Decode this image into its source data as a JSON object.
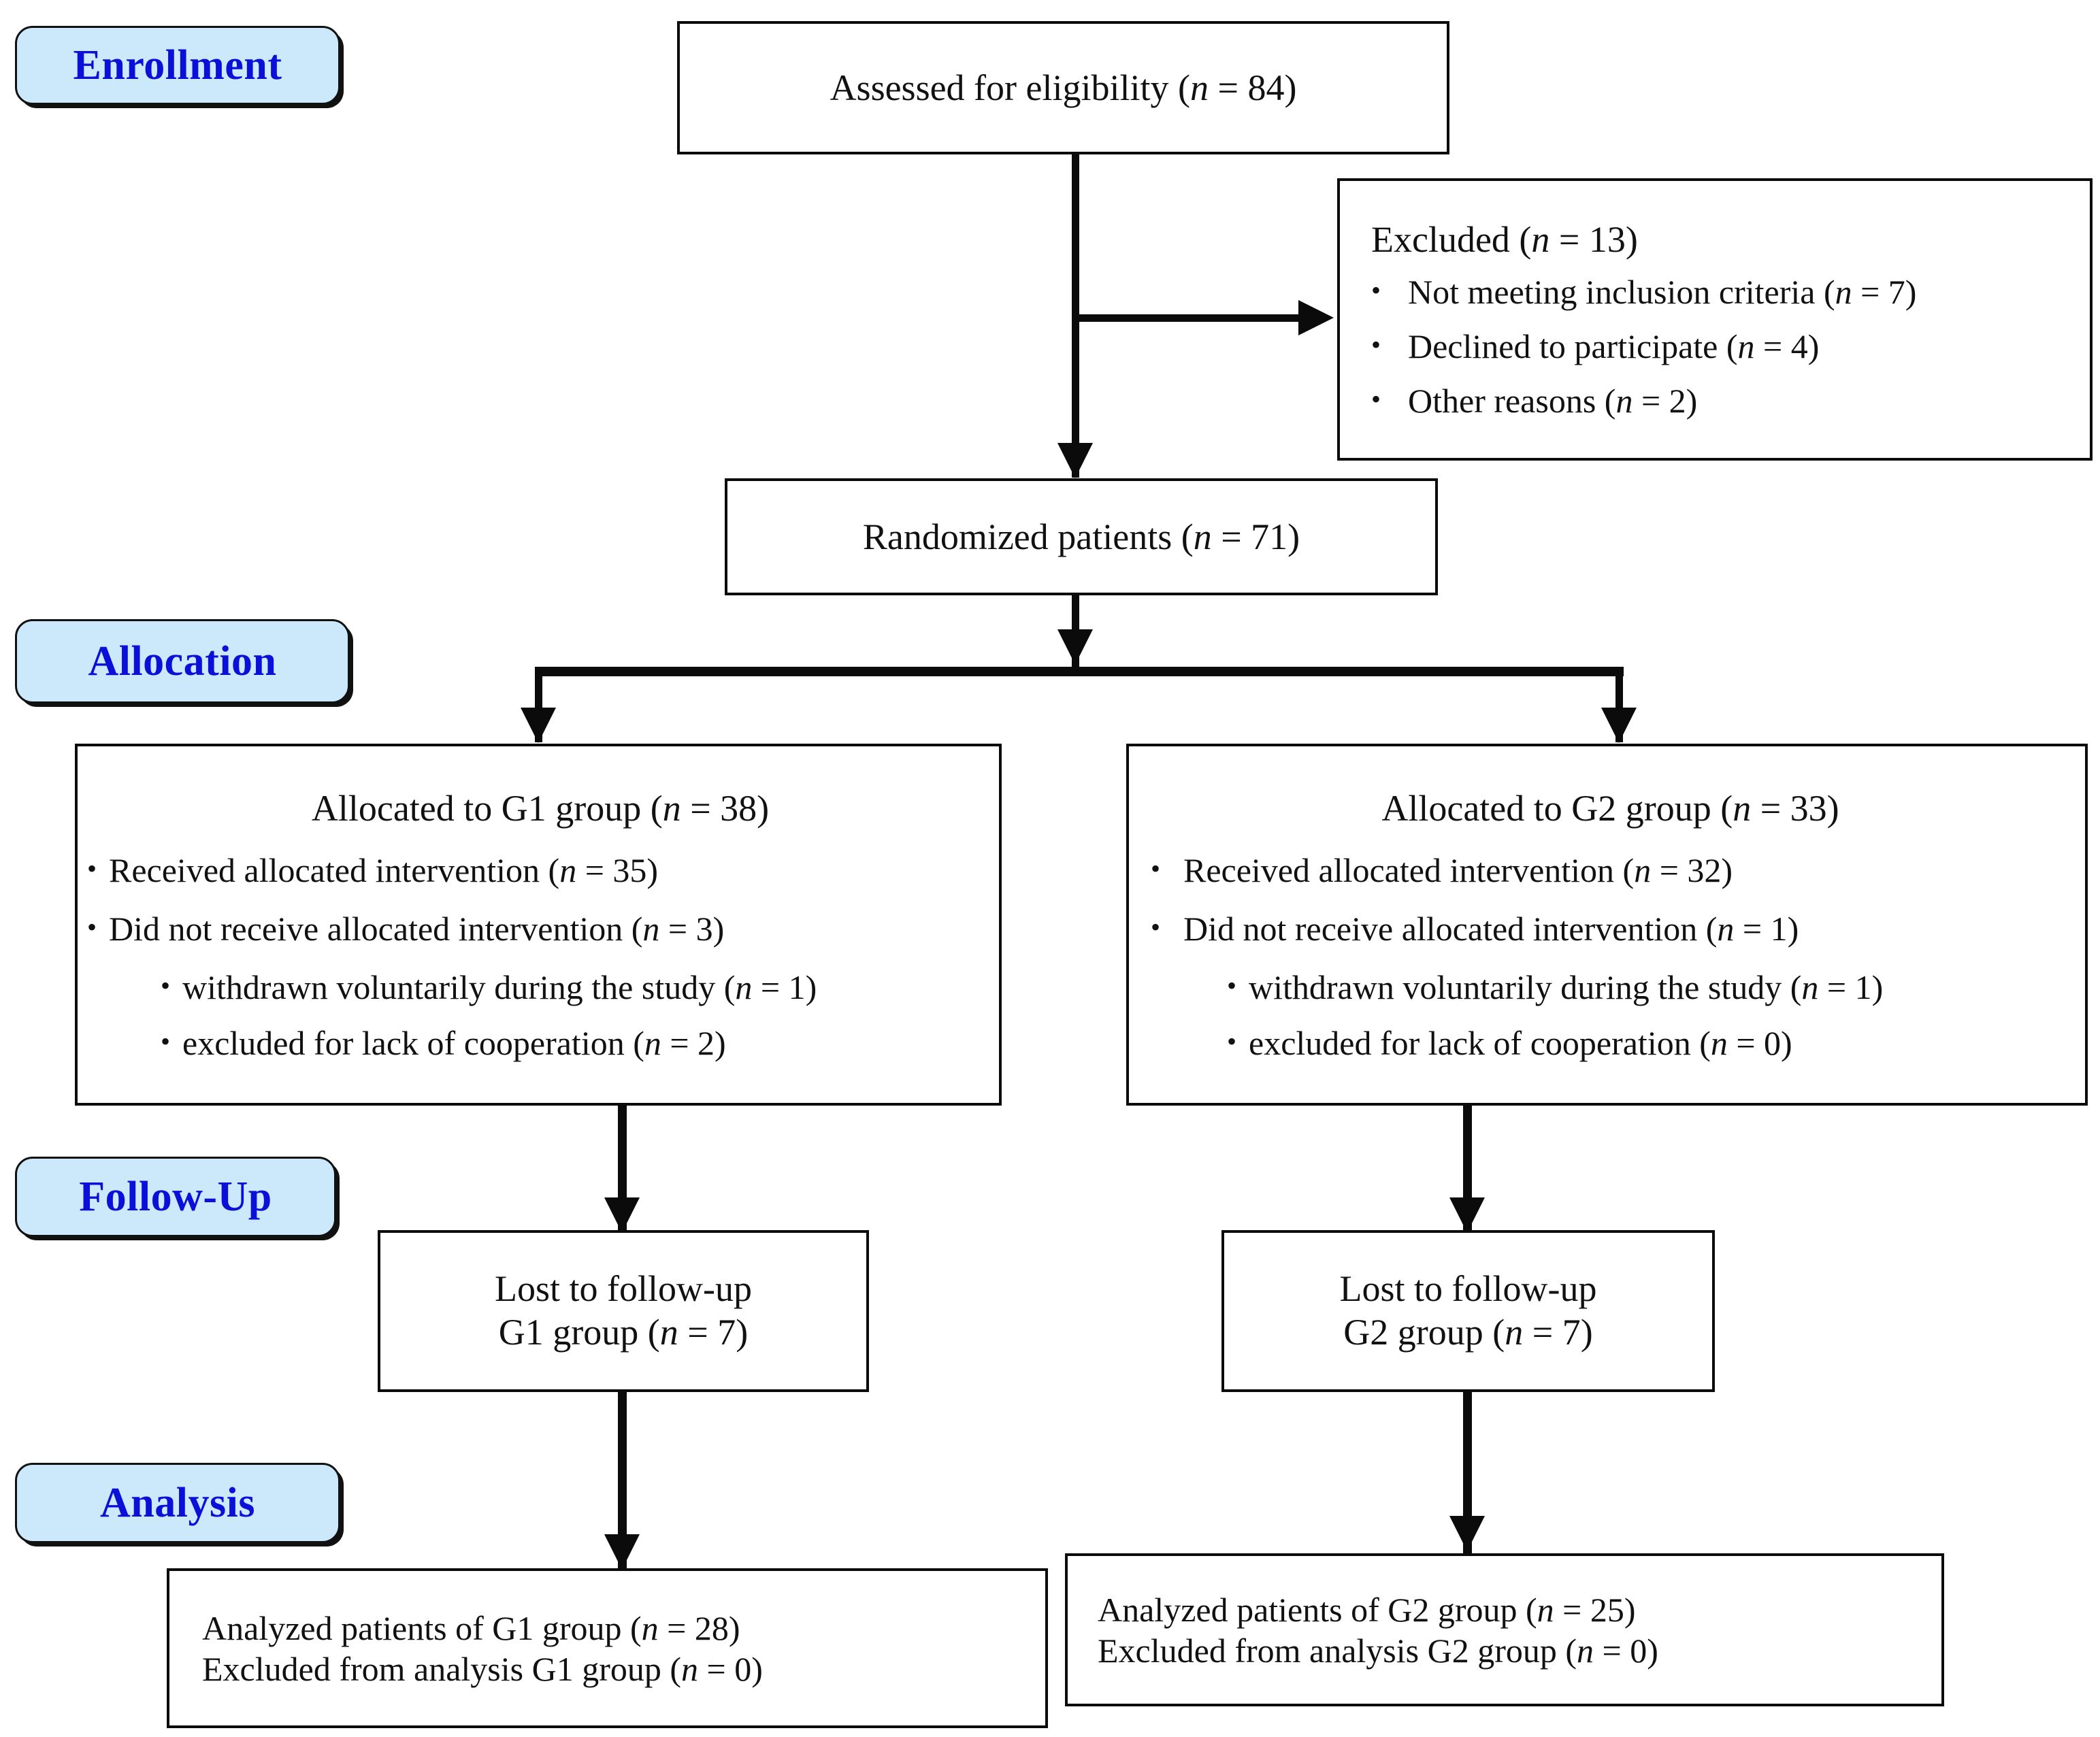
{
  "diagram": {
    "title": "CONSORT participant flow diagram",
    "colors": {
      "stage_label_fill": "#cce8fb",
      "stage_label_text": "#0a10d8",
      "box_border": "#0b0b0b",
      "box_fill": "#ffffff",
      "connector": "#0b0b0b"
    }
  },
  "stages": {
    "enrollment": "Enrollment",
    "allocation": "Allocation",
    "followup": "Follow-Up",
    "analysis": "Analysis"
  },
  "boxes": {
    "assessed": {
      "text_prefix": "Assessed for eligibility (",
      "n_symbol": "n",
      "text_suffix": " = 84)"
    },
    "excluded": {
      "heading_prefix": "Excluded (",
      "heading_suffix": " = 13)",
      "n_symbol": "n",
      "items": [
        {
          "prefix": "Not meeting inclusion criteria (",
          "suffix": " = 7)"
        },
        {
          "prefix": "Declined to participate (",
          "suffix": " = 4)"
        },
        {
          "prefix": "Other reasons (",
          "suffix": " = 2)"
        }
      ]
    },
    "randomized": {
      "text_prefix": "Randomized patients (",
      "n_symbol": "n",
      "text_suffix": " = 71)"
    },
    "allocated_g1": {
      "title_prefix": "Allocated to G1 group (",
      "title_suffix": " = 38)",
      "n_symbol": "n",
      "items": [
        {
          "prefix": "Received allocated intervention (",
          "suffix": " = 35)",
          "indent": 0
        },
        {
          "prefix": "Did not receive allocated intervention (",
          "suffix": " = 3)",
          "indent": 0
        },
        {
          "prefix": "withdrawn voluntarily during the study (",
          "suffix": " = 1)",
          "indent": 1
        },
        {
          "prefix": "excluded for lack of cooperation (",
          "suffix": " = 2)",
          "indent": 1
        }
      ]
    },
    "allocated_g2": {
      "title_prefix": "Allocated to G2 group (",
      "title_suffix": " = 33)",
      "n_symbol": "n",
      "items": [
        {
          "prefix": "Received allocated intervention (",
          "suffix": " = 32)",
          "indent": 0
        },
        {
          "prefix": "Did not receive allocated intervention (",
          "suffix": " = 1)",
          "indent": 0
        },
        {
          "prefix": "withdrawn voluntarily during the study (",
          "suffix": " = 1)",
          "indent": 1
        },
        {
          "prefix": "excluded for lack of cooperation (",
          "suffix": " = 0)",
          "indent": 1
        }
      ]
    },
    "lost_g1": {
      "line1": "Lost to follow-up",
      "line2_prefix": "G1 group (",
      "line2_suffix": " = 7)",
      "n_symbol": "n"
    },
    "lost_g2": {
      "line1": "Lost to follow-up",
      "line2_prefix": "G2 group (",
      "line2_suffix": " = 7)",
      "n_symbol": "n"
    },
    "analyzed_g1": {
      "line1_prefix": "Analyzed patients of G1 group (",
      "line1_suffix": " = 28)",
      "line2_prefix": "Excluded from analysis G1 group (",
      "line2_suffix": " = 0)",
      "n_symbol": "n"
    },
    "analyzed_g2": {
      "line1_prefix": "Analyzed patients of G2 group (",
      "line1_suffix": " = 25)",
      "line2_prefix": "Excluded from analysis G2 group (",
      "line2_suffix": " = 0)",
      "n_symbol": "n"
    }
  },
  "bullet_glyph": "•"
}
